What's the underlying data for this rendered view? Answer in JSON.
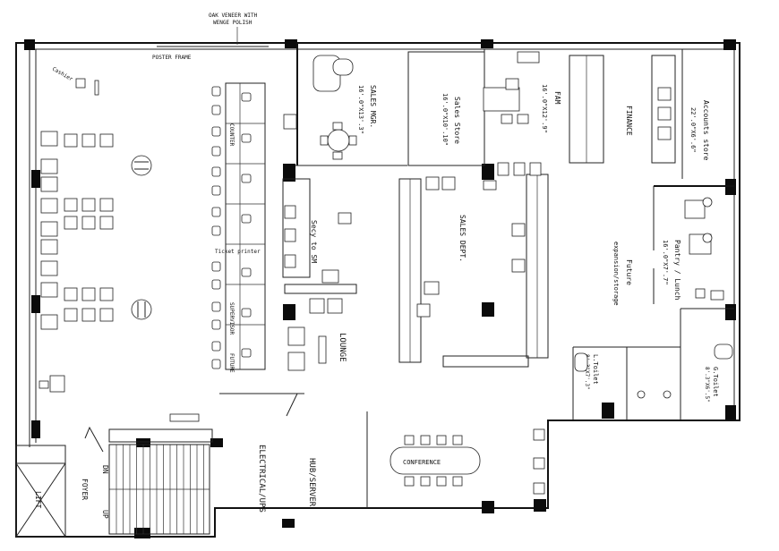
{
  "labels": {
    "oak_veneer_line1": "OAK VENEER WITH",
    "oak_veneer_line2": "WENGE POLISH",
    "poster_frame": "POSTER FRAME",
    "cashier": "Cashier",
    "sales_mgr_line1": "SALES MGR.",
    "sales_mgr_line2": "16'.0\"X13'.3\"",
    "sales_store_line1": "Sales Store",
    "sales_store_line2": "16'.0\"X10'.10\"",
    "fam_line1": "FAM",
    "fam_line2": "16'.0\"X12'.9\"",
    "finance": "FINANCE",
    "accounts_store_line1": "Accounts store",
    "accounts_store_line2": "22'.0\"X6'.6\"",
    "counter": "COUNTER",
    "supervisor": "SUPERVISOR",
    "future_counter": "FUTURE",
    "ticket_printer": "Ticket printer",
    "secy_sm": "Secy to SM",
    "sales_dept": "SALES DEPT.",
    "future_expansion_line1": "Future",
    "future_expansion_line2": "expansion/storage",
    "pantry_line1": "Pantry / Lunch",
    "pantry_line2": "16'.0\"X7'.7\"",
    "lounge": "LOUNGE",
    "l_toilet_line1": "L.Toilet",
    "l_toilet_line2": "8'.3\"X7'.3\"",
    "g_toilet_line1": "G.Toilet",
    "g_toilet_line2": "8'.3\"X6'.5\"",
    "electrical_ups": "ELECTRICAL/UPS",
    "hub_server": "HUB/SERVER",
    "conference": "CONFERENCE",
    "lift": "LIFT",
    "foyer": "FOYER",
    "dn": "DN",
    "up": "UP"
  }
}
